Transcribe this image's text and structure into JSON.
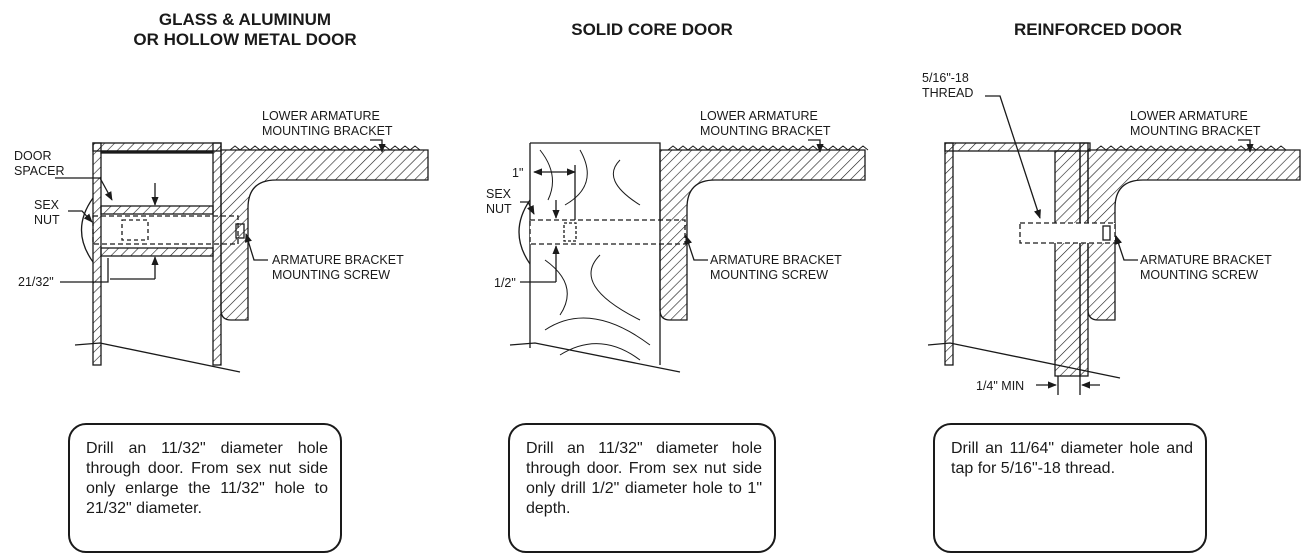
{
  "panels": [
    {
      "title_line1": "GLASS & ALUMINUM",
      "title_line2": "OR HOLLOW METAL DOOR",
      "labels": {
        "bracket_line1": "LOWER ARMATURE",
        "bracket_line2": "MOUNTING BRACKET",
        "spacer_line1": "DOOR",
        "spacer_line2": "SPACER",
        "sexnut_line1": "SEX",
        "sexnut_line2": "NUT",
        "screw_line1": "ARMATURE BRACKET",
        "screw_line2": "MOUNTING SCREW",
        "dimension": "21/32\""
      },
      "note": "Drill an 11/32\" diameter hole through door. From sex nut side only enlarge the 11/32\" hole to 21/32\" diameter."
    },
    {
      "title_line1": "SOLID CORE DOOR",
      "labels": {
        "bracket_line1": "LOWER ARMATURE",
        "bracket_line2": "MOUNTING BRACKET",
        "depth": "1\"",
        "sexnut_line1": "SEX",
        "sexnut_line2": "NUT",
        "screw_line1": "ARMATURE BRACKET",
        "screw_line2": "MOUNTING SCREW",
        "dimension": "1/2\""
      },
      "note": "Drill an 11/32\" diameter hole through door. From sex nut side only drill 1/2\" diameter hole to 1\" depth."
    },
    {
      "title_line1": "REINFORCED DOOR",
      "labels": {
        "thread_line1": "5/16\"-18",
        "thread_line2": "THREAD",
        "bracket_line1": "LOWER ARMATURE",
        "bracket_line2": "MOUNTING BRACKET",
        "screw_line1": "ARMATURE BRACKET",
        "screw_line2": "MOUNTING SCREW",
        "min": "1/4\" MIN"
      },
      "note": "Drill an 11/64\" diameter hole and tap for 5/16\"-18 thread."
    }
  ]
}
